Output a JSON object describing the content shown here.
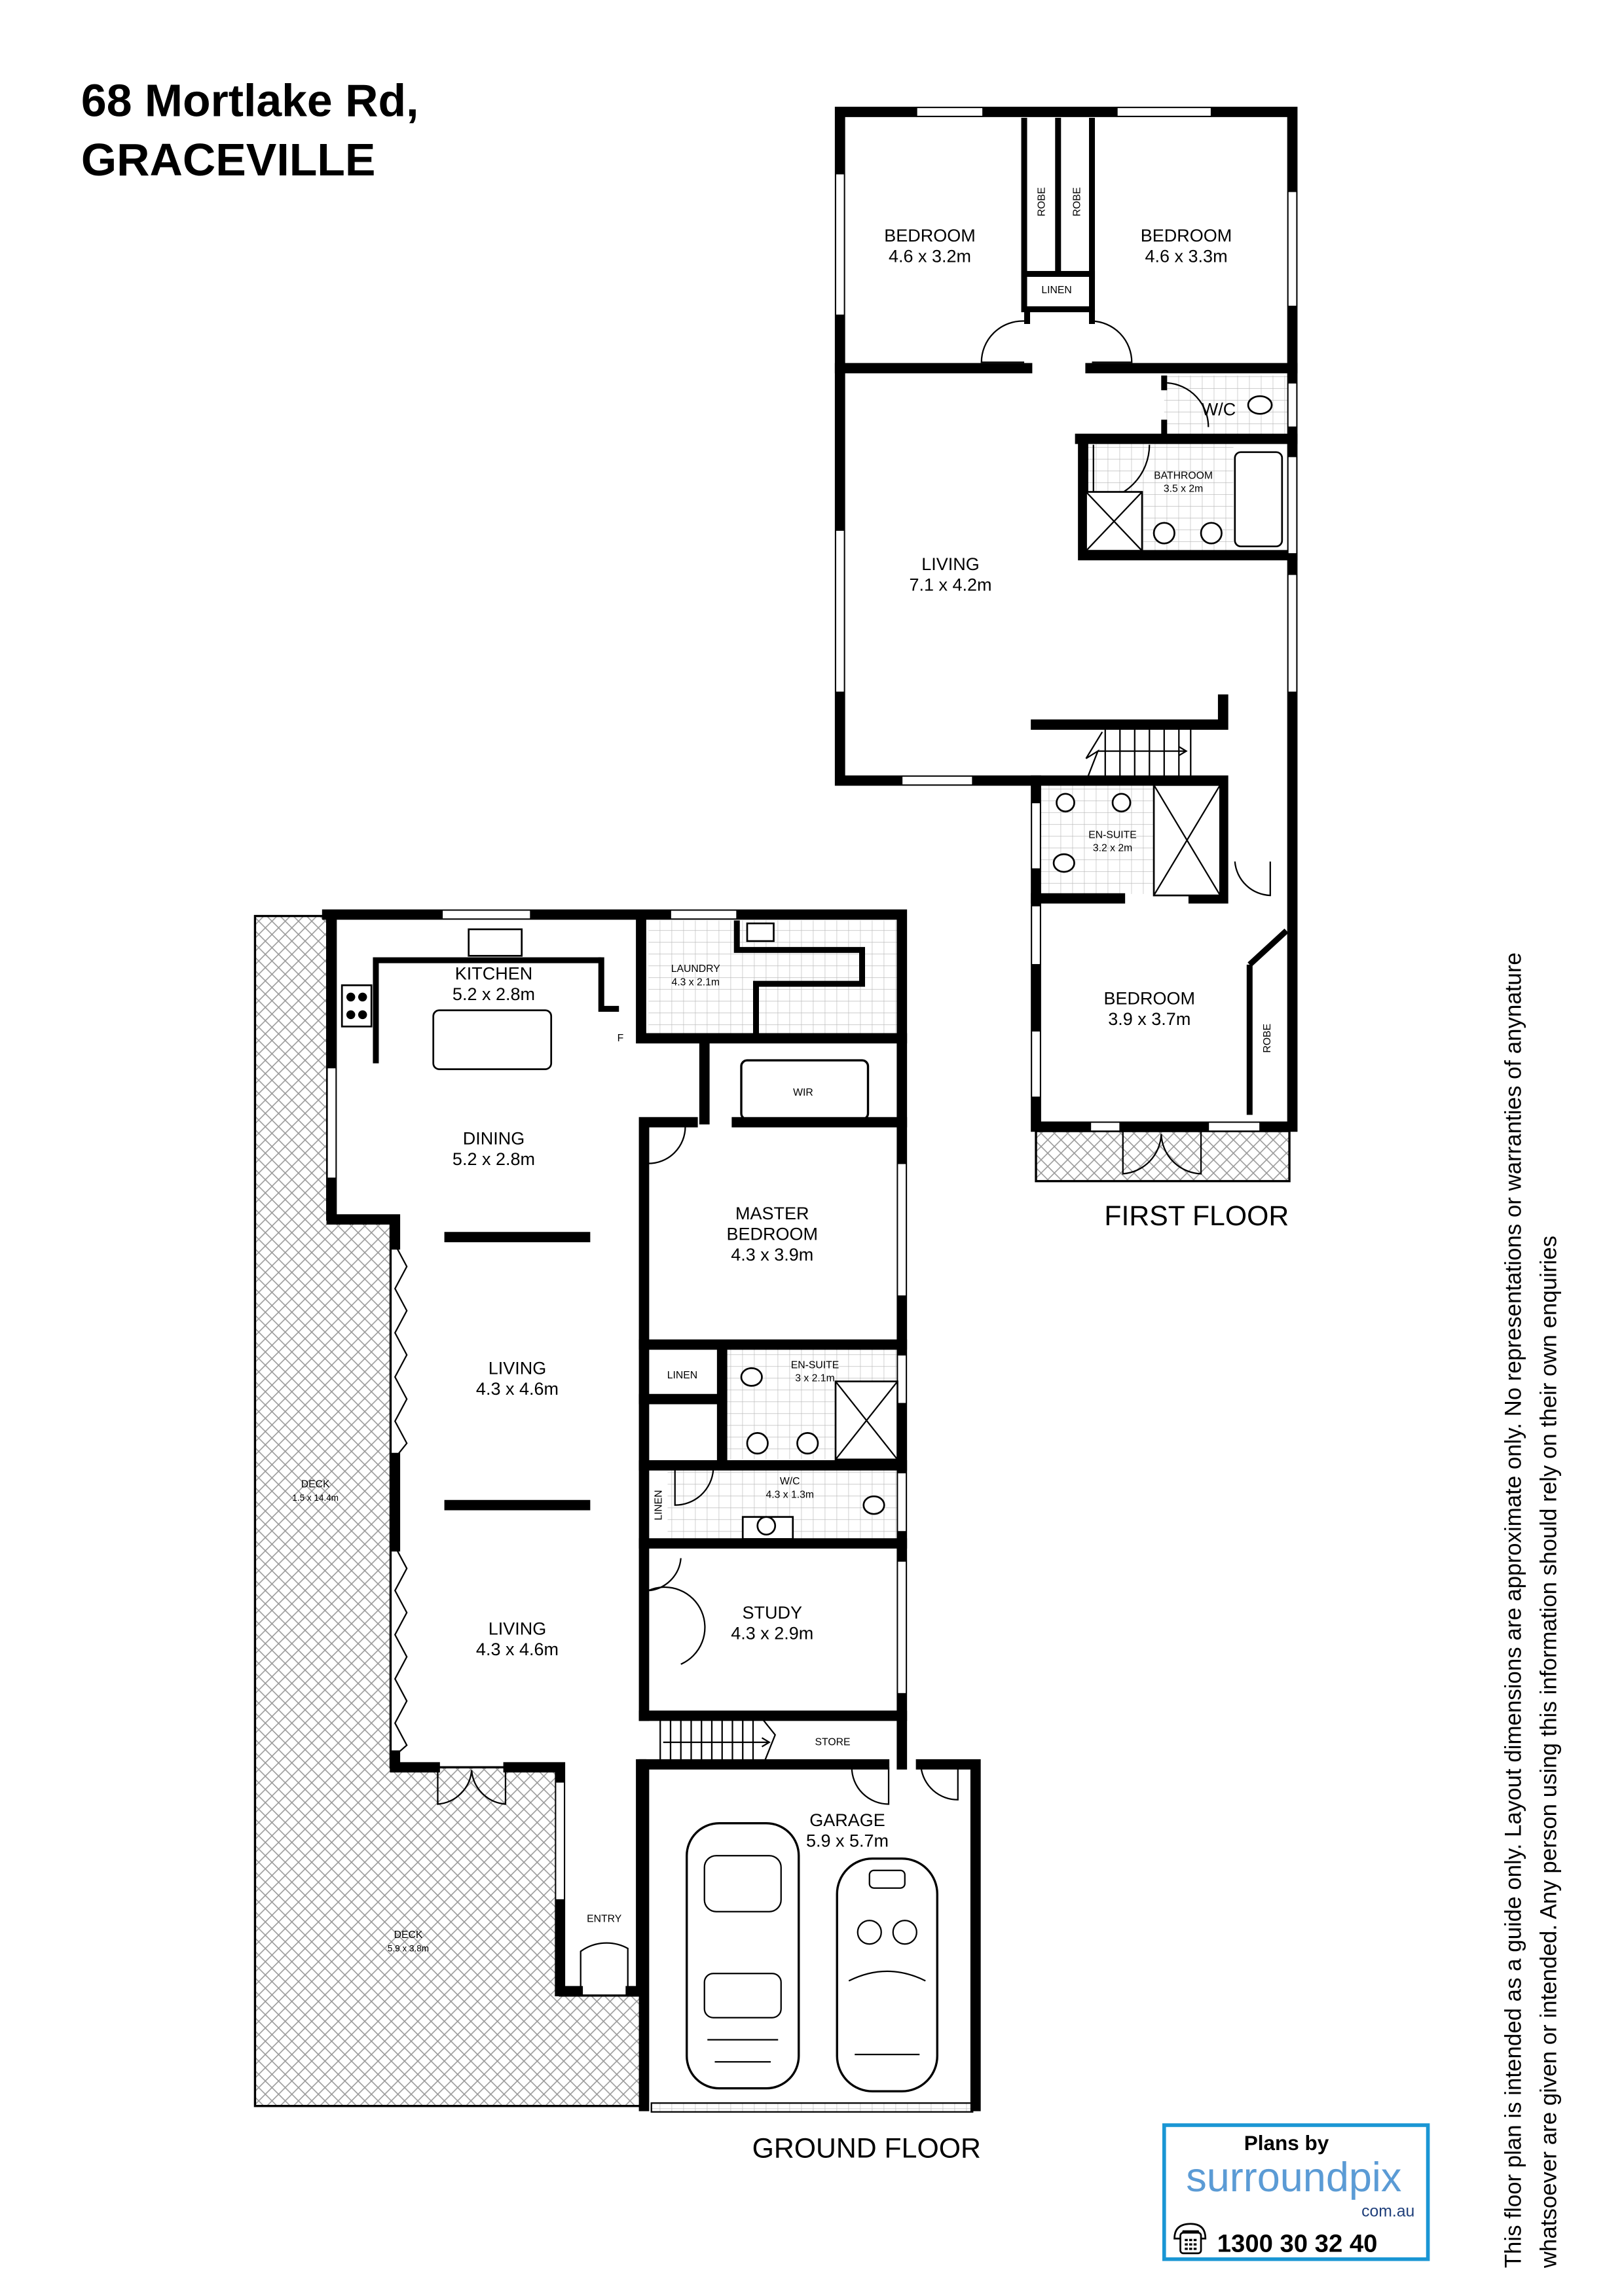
{
  "title": {
    "line1": "68 Mortlake Rd,",
    "line2": "GRACEVILLE"
  },
  "first_floor": {
    "label": "FIRST FLOOR",
    "bedroom_1": {
      "name": "BEDROOM",
      "size": "4.6 x 3.2m"
    },
    "bedroom_2": {
      "name": "BEDROOM",
      "size": "4.6 x 3.3m"
    },
    "robe_1": "ROBE",
    "robe_2": "ROBE",
    "linen": "LINEN",
    "wc": "W/C",
    "bathroom": {
      "name": "BATHROOM",
      "size": "3.5 x 2m"
    },
    "living": {
      "name": "LIVING",
      "size": "7.1 x 4.2m"
    },
    "ensuite": {
      "name": "EN-SUITE",
      "size": "3.2 x 2m"
    },
    "bedroom_3": {
      "name": "BEDROOM",
      "size": "3.9 x 3.7m"
    },
    "robe_3": "ROBE"
  },
  "ground_floor": {
    "label": "GROUND FLOOR",
    "kitchen": {
      "name": "KITCHEN",
      "size": "5.2 x 2.8m"
    },
    "fridge": "F",
    "laundry": {
      "name": "LAUNDRY",
      "size": "4.3 x 2.1m"
    },
    "wir": "WIR",
    "dining": {
      "name": "DINING",
      "size": "5.2 x 2.8m"
    },
    "master_bedroom": {
      "name1": "MASTER",
      "name2": "BEDROOM",
      "size": "4.3 x 3.9m"
    },
    "living_1": {
      "name": "LIVING",
      "size": "4.3 x 4.6m"
    },
    "living_2": {
      "name": "LIVING",
      "size": "4.3 x 4.6m"
    },
    "linen_1": "LINEN",
    "ensuite": {
      "name": "EN-SUITE",
      "size": "3 x 2.1m"
    },
    "linen_2": "LINEN",
    "wc": {
      "name": "W/C",
      "size": "4.3 x 1.3m"
    },
    "study": {
      "name": "STUDY",
      "size": "4.3 x 2.9m"
    },
    "store": "STORE",
    "garage": {
      "name": "GARAGE",
      "size": "5.9 x 5.7m"
    },
    "entry": "ENTRY",
    "deck_side": {
      "name": "DECK",
      "size": "1.5 x 14.4m"
    },
    "deck_front": {
      "name": "DECK",
      "size": "5.9 x 3.8m"
    }
  },
  "logo": {
    "plans_by": "Plans by",
    "brand": "surroundpix",
    "domain": "com.au",
    "phone": "1300 30 32 40",
    "border_color": "#1a96d4",
    "brand_color": "#5b9bd5",
    "brand_dark": "#1f3f7a"
  },
  "disclaimer": {
    "line1": "This floor plan is intended as a guide only. Layout dimensions are approximate only. No representations or warranties of anynature",
    "line2": "whatsoever are given or intended. Any person using this information should rely on their own enquiries"
  }
}
